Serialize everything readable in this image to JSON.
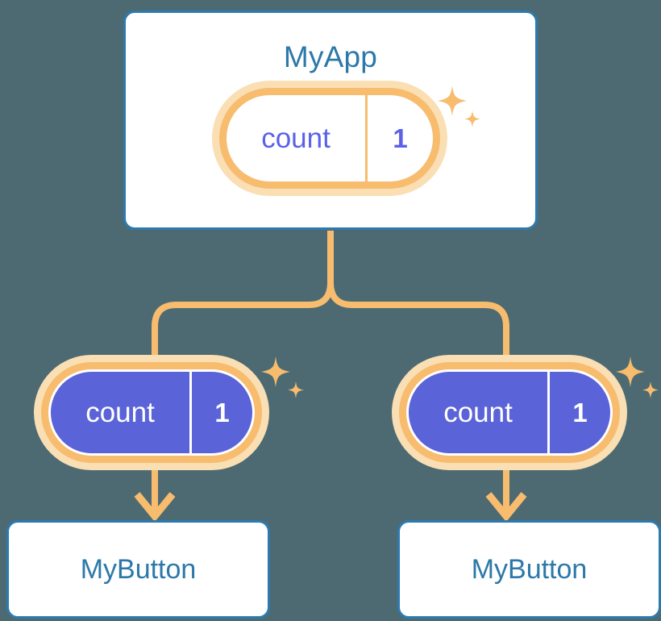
{
  "diagram": {
    "title_text": "MyApp",
    "background_color": "#4d6a72",
    "accent_orange": "#f7bc6e",
    "accent_orange_light": "#fadfb4",
    "accent_blue": "#2c78a9",
    "accent_purple": "#5a63d8",
    "text_purple": "#5b61e8"
  },
  "root": {
    "label": "MyApp",
    "state_pill": {
      "key": "count",
      "value": "1",
      "style": "outline"
    }
  },
  "children": [
    {
      "state_pill": {
        "key": "count",
        "value": "1",
        "style": "filled"
      },
      "card_label": "MyButton"
    },
    {
      "state_pill": {
        "key": "count",
        "value": "1",
        "style": "filled"
      },
      "card_label": "MyButton"
    }
  ],
  "icons": {
    "sparkle": "sparkle-icon",
    "arrow_down": "arrow-down-icon",
    "branch": "branch-connector-icon"
  }
}
